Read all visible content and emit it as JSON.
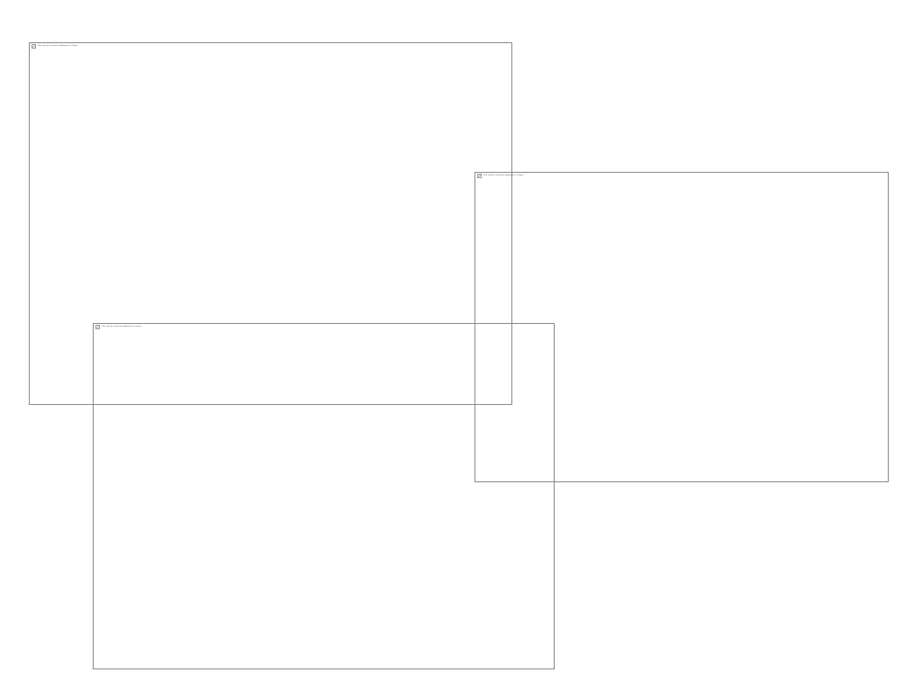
{
  "frames": [
    {
      "id": "frame-a",
      "message": "This content cannot be displayed in a frame"
    },
    {
      "id": "frame-b",
      "message": "This content cannot be displayed in a frame"
    },
    {
      "id": "frame-c",
      "message": "This content cannot be displayed in a frame"
    }
  ],
  "colors": {
    "background": "#ffffff",
    "frame_border": "#8a8a8a",
    "message_text": "#444444"
  },
  "icons": {
    "frame_status": "broken-image-icon"
  }
}
